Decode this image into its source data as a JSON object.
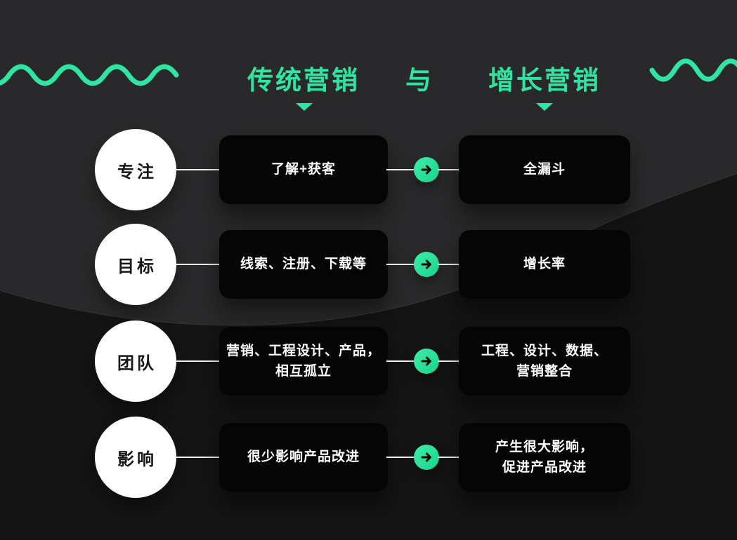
{
  "title": {
    "traditional": "传统营销",
    "vs": "与",
    "growth": "增长营销"
  },
  "rows": [
    {
      "label": "专注",
      "traditional": "了解+获客",
      "growth": "全漏斗"
    },
    {
      "label": "目标",
      "traditional": "线索、注册、下载等",
      "growth": "增长率"
    },
    {
      "label": "团队",
      "traditional": "营销、工程设计、产品，\n相互孤立",
      "growth": "工程、设计、数据、\n营销整合"
    },
    {
      "label": "影响",
      "traditional": "很少影响产品改进",
      "growth": "产生很大影响，\n促进产品改进"
    }
  ],
  "colors": {
    "accent_green": "#2ee6a2",
    "background": "#29292b",
    "dark_wave_shape": "#141415",
    "card_black": "#050506",
    "circle_fill": "#ffffff",
    "text_on_card": "#ffffff",
    "text_on_circle": "#161616",
    "connector_line": "#f2f2f2"
  },
  "icons": {
    "arrow_badge": "arrow-right-icon",
    "column_pointer": "triangle-down-icon",
    "decoration_left": "wave-left-icon",
    "decoration_right": "wave-right-icon"
  }
}
